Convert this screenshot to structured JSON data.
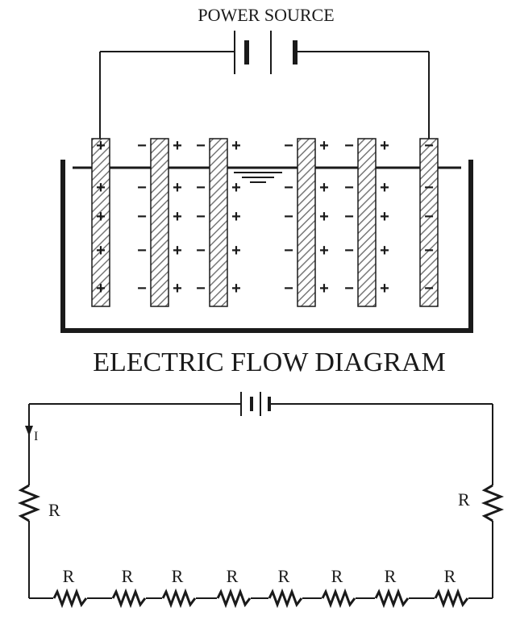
{
  "top": {
    "power_source_label": "POWER SOURCE",
    "electrodes": [
      {
        "id": "anode",
        "sign": "+"
      },
      {
        "id": "plate-1"
      },
      {
        "id": "plate-2"
      },
      {
        "id": "plate-3"
      },
      {
        "id": "plate-4"
      },
      {
        "id": "cathode",
        "sign": "−"
      }
    ],
    "plate_left_sign": "−",
    "plate_right_sign": "+"
  },
  "diagram_title": "ELECTRIC FLOW DIAGRAM",
  "circuit": {
    "current_label": "I",
    "resistor_label": "R",
    "resistor_count": 10
  },
  "colors": {
    "line": "#1a1a1a",
    "hatch": "#777777",
    "background": "#ffffff"
  }
}
